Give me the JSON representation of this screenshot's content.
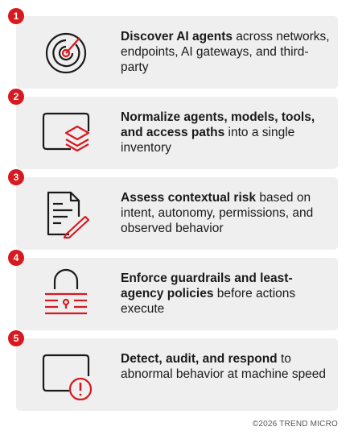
{
  "steps": [
    {
      "number": "1",
      "bold": "Discover AI agents",
      "rest": " across networks, endpoints, AI gateways, and third-party",
      "icon": "radar-target-icon"
    },
    {
      "number": "2",
      "bold": "Normalize agents, models, tools, and access paths",
      "rest": " into a single inventory",
      "icon": "layered-window-icon"
    },
    {
      "number": "3",
      "bold": "Assess contextual risk",
      "rest": " based on intent, autonomy, permissions, and observed behavior",
      "icon": "document-pen-icon"
    },
    {
      "number": "4",
      "bold": "Enforce guardrails and least-agency policies",
      "rest": " before actions execute",
      "icon": "padlock-icon"
    },
    {
      "number": "5",
      "bold": "Detect, audit, and respond",
      "rest": " to abnormal behavior at machine speed",
      "icon": "window-alert-icon"
    }
  ],
  "footer": "©2026 TREND MICRO",
  "colors": {
    "accent": "#d71920",
    "card": "#efefef",
    "ink": "#1a1a1a"
  }
}
